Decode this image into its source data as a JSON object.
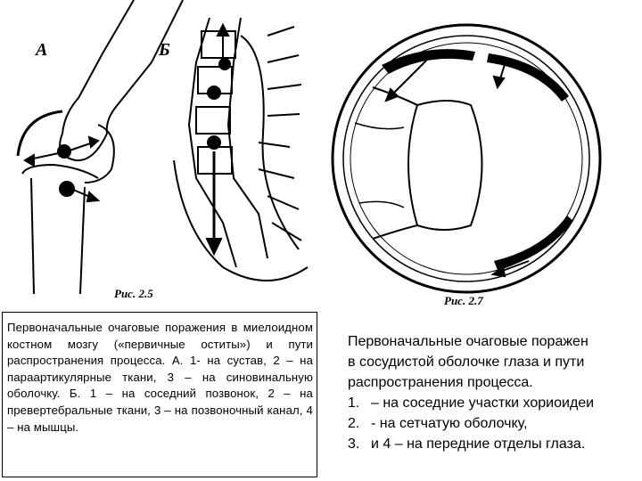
{
  "figures": {
    "left": {
      "label_a": "А",
      "label_b": "Б",
      "caption": "Рис. 2.5"
    },
    "right": {
      "caption": "Рис. 2.7"
    }
  },
  "left_text": "Первоначальные очаговые поражения в миелоидном костном мозгу («первичные оститы») и пути распространения процесса. А. 1- на сустав, 2 – на параартикулярные ткани, 3 – на синовинальную оболочку. Б. 1 – на соседний позвонок, 2 – на превертебральные ткани, 3 – на позвоночный канал, 4 – на мышцы.",
  "right_text": {
    "title_line1": "Первоначальные очаговые поражен",
    "title_line2": "в сосудистой оболочке глаза и пути",
    "title_line3": "распространения процесса.",
    "items": [
      {
        "num": "1.",
        "text": "– на соседние участки хориоидеи"
      },
      {
        "num": "2.",
        "text": "- на сетчатую оболочку,"
      },
      {
        "num": "3.",
        "text": "и 4 – на передние отделы глаза."
      }
    ]
  }
}
